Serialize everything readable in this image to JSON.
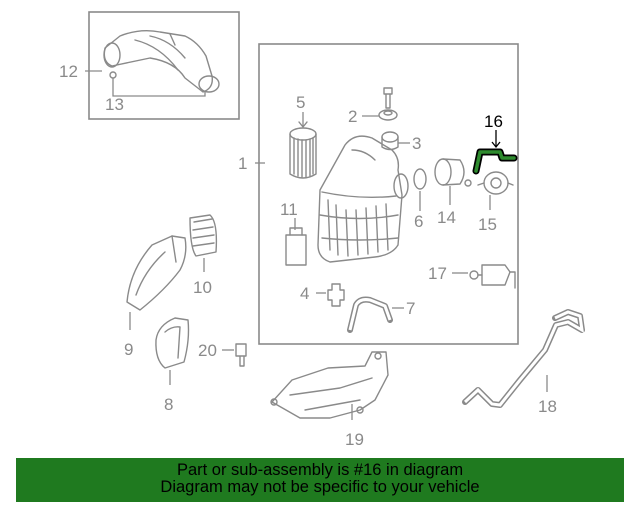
{
  "diagram": {
    "highlight_color": "#2e8b2e",
    "callouts": [
      "1",
      "2",
      "3",
      "4",
      "5",
      "6",
      "7",
      "8",
      "9",
      "10",
      "11",
      "12",
      "13",
      "14",
      "15",
      "16",
      "17",
      "18",
      "19",
      "20"
    ],
    "highlighted_callout": "16"
  },
  "banner": {
    "line1": "Part or sub-assembly is #16 in diagram",
    "line2": "Diagram may not be specific to your vehicle",
    "background": "#1f7a1f"
  }
}
